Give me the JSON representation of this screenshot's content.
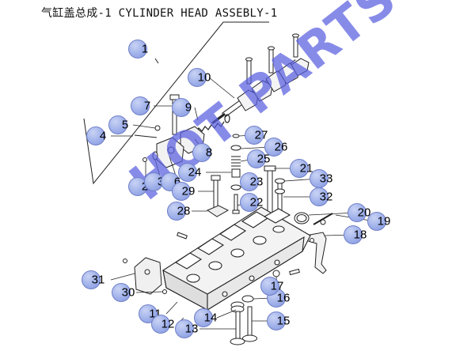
{
  "title": "气缸盖总成-1 CYLINDER HEAD ASSEBLY-1",
  "watermark": "HOT PARTS",
  "colors": {
    "callout": "#9fb0ea",
    "watermark": "#5a5fe0",
    "line": "#222222"
  },
  "callouts": [
    {
      "id": "1",
      "label": "1"
    },
    {
      "id": "2",
      "label": "2"
    },
    {
      "id": "3",
      "label": "3"
    },
    {
      "id": "4",
      "label": "4"
    },
    {
      "id": "5",
      "label": "5"
    },
    {
      "id": "6",
      "label": "6"
    },
    {
      "id": "7",
      "label": "7"
    },
    {
      "id": "8",
      "label": "8"
    },
    {
      "id": "9",
      "label": "9"
    },
    {
      "id": "10",
      "label": "10"
    },
    {
      "id": "11",
      "label": "11"
    },
    {
      "id": "12",
      "label": "12"
    },
    {
      "id": "13",
      "label": "13"
    },
    {
      "id": "14",
      "label": "14"
    },
    {
      "id": "15",
      "label": "15"
    },
    {
      "id": "16",
      "label": "16"
    },
    {
      "id": "17",
      "label": "17"
    },
    {
      "id": "18",
      "label": "18"
    },
    {
      "id": "19",
      "label": "19"
    },
    {
      "id": "20",
      "label": "20"
    },
    {
      "id": "21",
      "label": "21"
    },
    {
      "id": "22",
      "label": "22"
    },
    {
      "id": "23",
      "label": "23"
    },
    {
      "id": "24",
      "label": "24"
    },
    {
      "id": "25",
      "label": "25"
    },
    {
      "id": "26",
      "label": "26"
    },
    {
      "id": "27",
      "label": "27"
    },
    {
      "id": "28",
      "label": "28"
    },
    {
      "id": "29",
      "label": "29"
    },
    {
      "id": "30",
      "label": "30"
    },
    {
      "id": "31",
      "label": "31"
    },
    {
      "id": "32",
      "label": "32"
    },
    {
      "id": "33",
      "label": "33"
    }
  ]
}
